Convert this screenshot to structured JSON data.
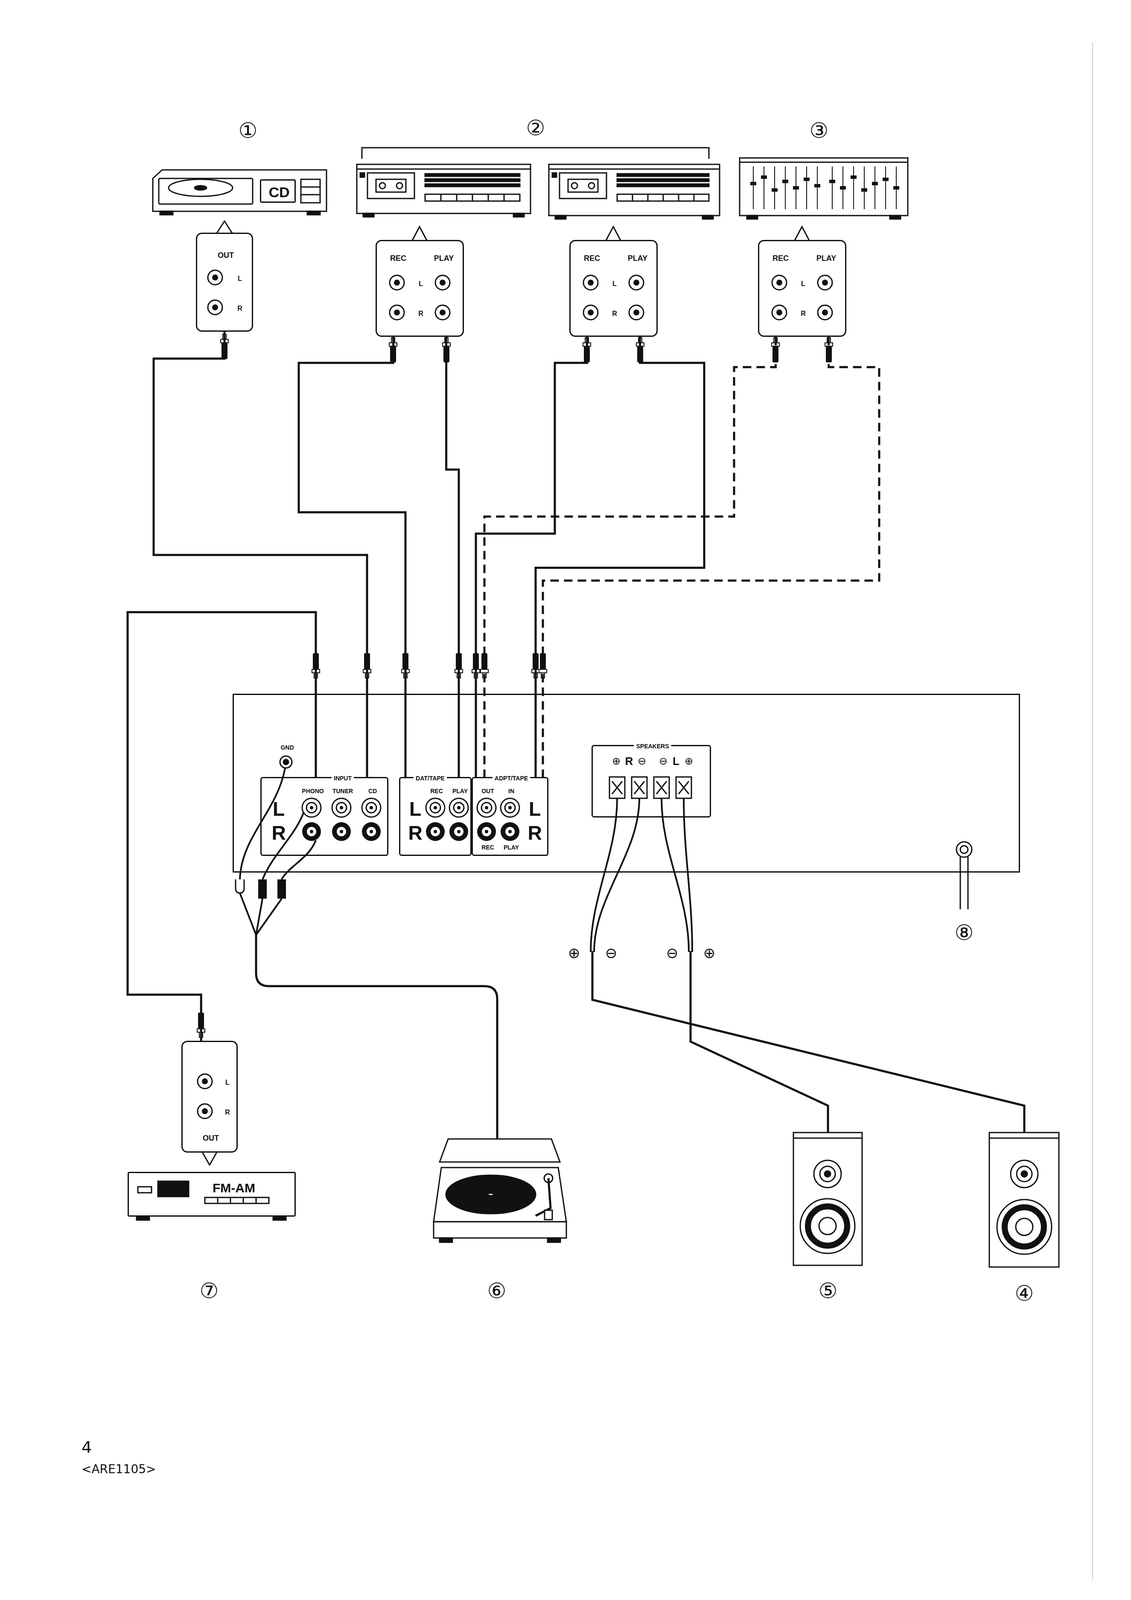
{
  "diagram": {
    "nodes": [
      {
        "text": [
          "CD"
        ]
      },
      {
        "text": [
          "OUT",
          "L",
          "R"
        ]
      },
      {
        "text": [
          "REC",
          "PLAY",
          "L",
          "R"
        ]
      },
      {
        "text": [
          "REC",
          "PLAY",
          "L",
          "R"
        ]
      },
      {
        "text": [
          "REC",
          "PLAY",
          "L",
          "R"
        ]
      },
      {
        "text": [
          "GND"
        ]
      },
      {
        "text": [
          "INPUT",
          "PHONO",
          "TUNER",
          "CD",
          "L",
          "R"
        ],
        "in": 5
      },
      {
        "text": [
          "DAT/TAPE",
          "REC",
          "PLAY",
          "L",
          "R"
        ],
        "in": 5
      },
      {
        "text": [
          "ADPT/TAPE",
          "OUT",
          "IN",
          "L",
          "R",
          "REC",
          "PLAY"
        ],
        "in": 5
      },
      {
        "text": [
          "SPEAKERS",
          "⊕",
          "R",
          "⊖",
          "⊖",
          "L",
          "⊕"
        ],
        "in": 5
      },
      {
        "text": [
          "L",
          "R",
          "OUT"
        ]
      },
      {
        "text": [
          "FM-AM"
        ]
      }
    ],
    "edges": [
      {
        "from": 1,
        "to": 6,
        "arrow": "none"
      },
      {
        "from": 2,
        "to": 7,
        "arrow": "none"
      },
      {
        "from": 2,
        "to": 7,
        "arrow": "none"
      },
      {
        "from": 3,
        "to": 8,
        "arrow": "none"
      },
      {
        "from": 3,
        "to": 8,
        "arrow": "none"
      },
      {
        "from": 4,
        "to": 8,
        "arrow": "none"
      },
      {
        "from": 4,
        "to": 8,
        "arrow": "none"
      },
      {
        "from": 10,
        "to": 6,
        "arrow": "none"
      }
    ],
    "labels": [
      "①",
      "②",
      "③",
      "⑧",
      "⊕",
      "⊖",
      "⊖",
      "⊕",
      "⑦",
      "⑥",
      "⑤",
      "④",
      "4",
      "<ARE1105>"
    ]
  }
}
